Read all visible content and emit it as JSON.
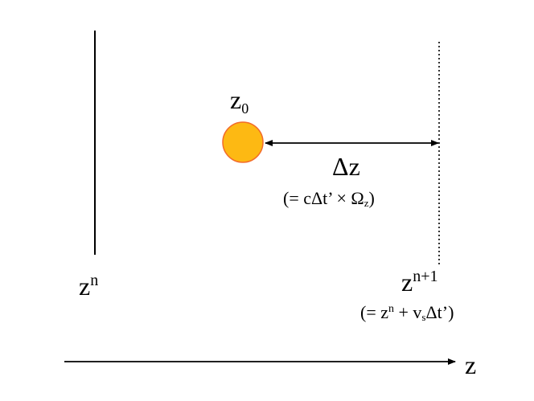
{
  "labels": {
    "zn_base": "z",
    "zn_sup": "n",
    "z0_base": "z",
    "z0_sub": "0",
    "dz_delta": "Δ",
    "dz_base": "z",
    "dz_def_open": "(= cΔt’ × Ω",
    "dz_def_sub": "z",
    "dz_def_close": ")",
    "zn1_base": "z",
    "zn1_sup": "n+1",
    "zn1_def_open": "(= z",
    "zn1_def_sup": "n",
    "zn1_def_mid": " + v",
    "zn1_def_sub": "s",
    "zn1_def_close": "Δt’)",
    "axis": "z"
  },
  "colors": {
    "particle_fill": "#FDB913",
    "particle_stroke": "#F26B2A",
    "line": "#000000"
  }
}
